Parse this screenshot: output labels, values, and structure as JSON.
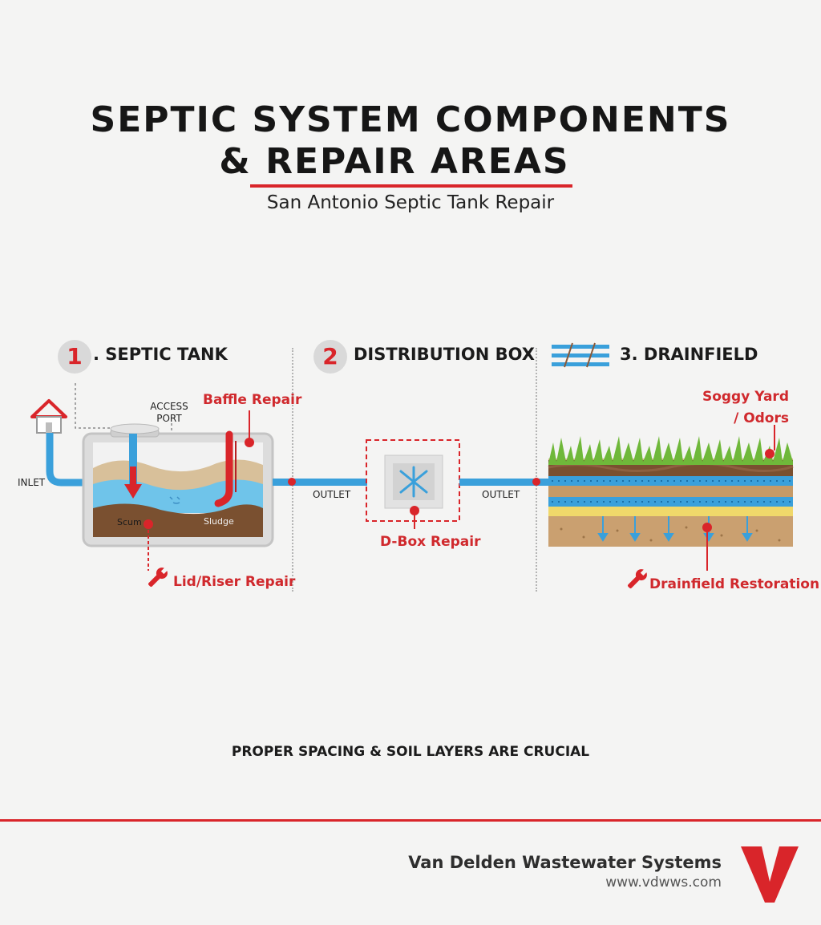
{
  "header": {
    "title_line1": "SEPTIC SYSTEM COMPONENTS",
    "title_line2": "& REPAIR AREAS",
    "subtitle": "San Antonio Septic Tank Repair"
  },
  "stages": {
    "tank": {
      "number": "1",
      "title": ". SEPTIC TANK"
    },
    "dbox": {
      "number": "2",
      "title": "DISTRIBUTION BOX"
    },
    "drainfield": {
      "title": "3. DRAINFIELD"
    }
  },
  "labels": {
    "inlet": "INLET",
    "access_port": "ACCESS\nPORT",
    "scum": "Scum",
    "sludge": "Sludge",
    "outlet_1": "OUTLET",
    "outlet_2": "OUTLET"
  },
  "repairs": {
    "baffle": "Baffle Repair",
    "lid_riser": "Lid/Riser Repair",
    "dbox": "D-Box Repair",
    "soggy": "Soggy Yard\n/ Odors",
    "drainfield": "Drainfield Restoration"
  },
  "bottom_note": "PROPER SPACING & SOIL LAYERS ARE CRUCIAL",
  "footer": {
    "company": "Van Delden Wastewater Systems",
    "website": "www.vdwws.com",
    "logo_letter": "V"
  },
  "colors": {
    "accent_red": "#d9252a",
    "pipe_blue": "#3aa0db",
    "water_blue": "#6fc4ea",
    "sludge_brown": "#7a5030",
    "sand": "#d8c09a",
    "grass": "#6fb83a"
  },
  "icons": [
    "house-icon",
    "wrench-icon",
    "pipes-icon"
  ]
}
